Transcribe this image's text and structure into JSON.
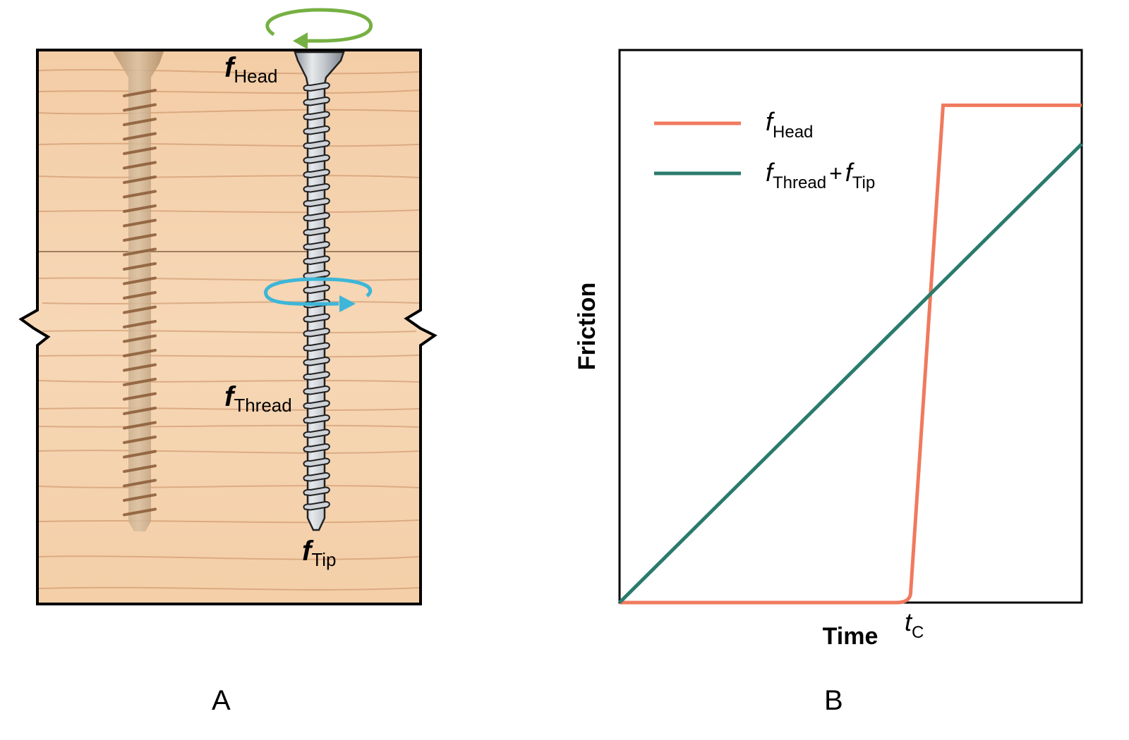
{
  "panel_a": {
    "letter": "A",
    "labels": {
      "head": {
        "symbol": "f",
        "subscript": "Head"
      },
      "thread": {
        "symbol": "f",
        "subscript": "Thread"
      },
      "tip": {
        "symbol": "f",
        "subscript": "Tip"
      }
    },
    "icons": {
      "head_rotation": "counterclockwise-rotation-arrow-icon",
      "thread_rotation": "clockwise-rotation-arrow-icon"
    },
    "colors": {
      "wood": "#f2c9a0",
      "wood_grain": "#c98a5e",
      "screw": "#b8bec6",
      "head_arrow": "#76b043",
      "thread_arrow": "#3db6d8",
      "border": "#000000"
    }
  },
  "panel_b": {
    "letter": "B"
  },
  "chart_data": {
    "type": "line",
    "title": "",
    "xlabel": "Time",
    "ylabel": "Friction",
    "x_tick_labels": [
      {
        "symbol": "t",
        "subscript": "C",
        "x": 0.64
      }
    ],
    "xlim": [
      0,
      1
    ],
    "ylim": [
      0,
      1
    ],
    "grid": false,
    "legend_position": "top-left",
    "series": [
      {
        "name": "f_Head",
        "legend": {
          "symbol": "f",
          "subscript": "Head"
        },
        "color": "#f07a5e",
        "points": [
          [
            0,
            0
          ],
          [
            0.6,
            0
          ],
          [
            0.63,
            0.02
          ],
          [
            0.7,
            0.9
          ],
          [
            1.0,
            0.9
          ]
        ]
      },
      {
        "name": "f_Thread + f_Tip",
        "legend": {
          "symbol1": "f",
          "subscript1": "Thread",
          "operator": "+",
          "symbol2": "f",
          "subscript2": "Tip"
        },
        "color": "#2a7b6d",
        "points": [
          [
            0,
            0
          ],
          [
            1.0,
            0.83
          ]
        ]
      }
    ],
    "annotations": [
      "crossover near t_C"
    ]
  }
}
